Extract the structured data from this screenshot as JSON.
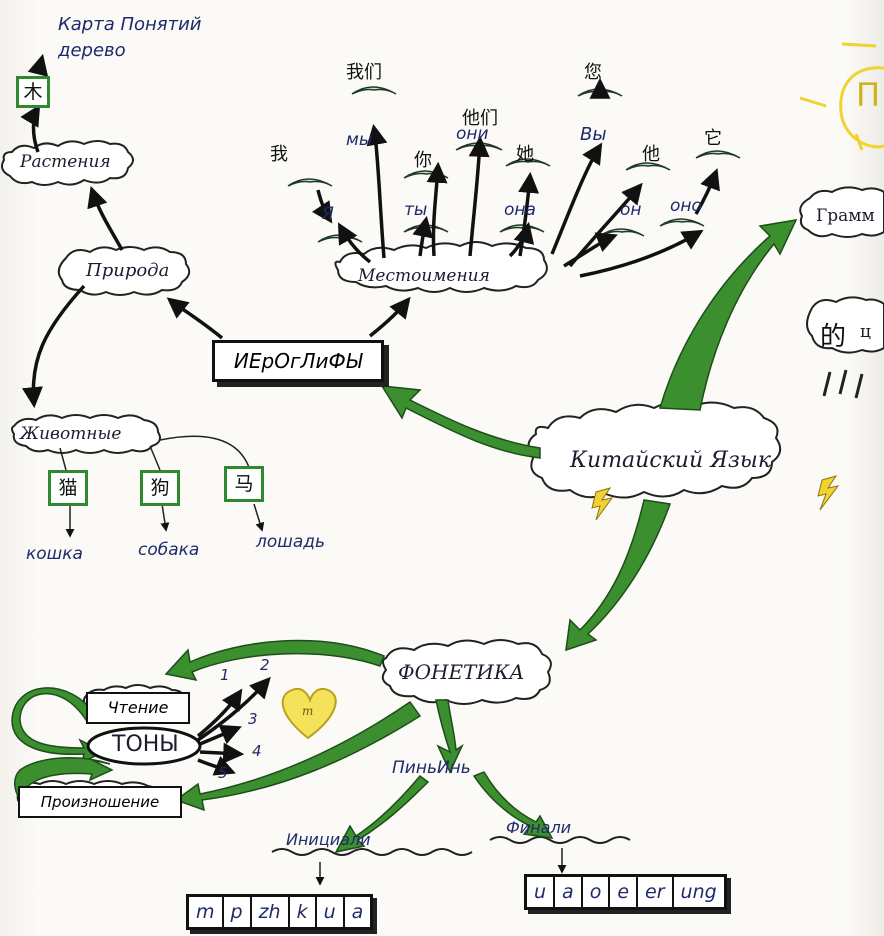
{
  "title": "Карта Понятий",
  "nodes": {
    "derevo": "дерево",
    "tree_char": "木",
    "rasteniya": "Растения",
    "priroda": "Природа",
    "ieroglify": "ИЕрОгЛиФЫ",
    "mestoimeniya": "Местоимения",
    "zhivotnye": "Животные",
    "kitaiskii": "Китайский Язык",
    "fonetika": "ФОНЕТИКА",
    "chtenie": "Чтение",
    "tony": "ТОНЫ",
    "proiznoshenie": "Произношение",
    "pinyin": "ПиньИнь",
    "initsiali": "Инициали",
    "finali": "Финали",
    "grammatika_partial": "Грамм",
    "de_char": "的",
    "de_partial": "ц",
    "sun_partial": "П"
  },
  "pronouns": {
    "ya": "Я",
    "ty": "ты",
    "ona": "она",
    "on": "он",
    "ono": "оно",
    "my": "мы",
    "oni": "они",
    "vy": "Вы",
    "wo": "我",
    "ni": "你",
    "ta_f": "她",
    "ta_m": "他",
    "ta_it": "它",
    "women": "我们",
    "tamen": "他们",
    "nin": "您"
  },
  "animals": [
    {
      "char": "猫",
      "label": "кошка"
    },
    {
      "char": "狗",
      "label": "собака"
    },
    {
      "char": "马",
      "label": "лошадь"
    }
  ],
  "tone_numbers": [
    "1",
    "2",
    "3",
    "4",
    "5"
  ],
  "initials": [
    "m",
    "p",
    "zh",
    "k",
    "u",
    "a"
  ],
  "finals": [
    "u",
    "a",
    "o",
    "e",
    "er",
    "ung"
  ],
  "heart_text": "m"
}
